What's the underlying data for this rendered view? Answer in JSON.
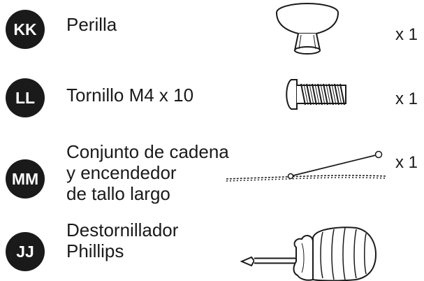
{
  "parts": [
    {
      "letter": "KK",
      "name": [
        "Perilla"
      ],
      "qty": "x 1",
      "icon": "knob-icon"
    },
    {
      "letter": "LL",
      "name": [
        "Tornillo M4 x 10"
      ],
      "qty": "x 1",
      "icon": "screw-icon"
    },
    {
      "letter": "MM",
      "name": [
        "Conjunto de cadena",
        "y encendedor",
        "de tallo largo"
      ],
      "qty": "x 1",
      "icon": "chain-lighter-icon"
    },
    {
      "letter": "JJ",
      "name": [
        "Destornillador",
        "Phillips"
      ],
      "qty": "",
      "icon": "phillips-screwdriver-icon"
    }
  ],
  "colors": {
    "ink": "#1a1a1a",
    "paper": "#ffffff"
  }
}
